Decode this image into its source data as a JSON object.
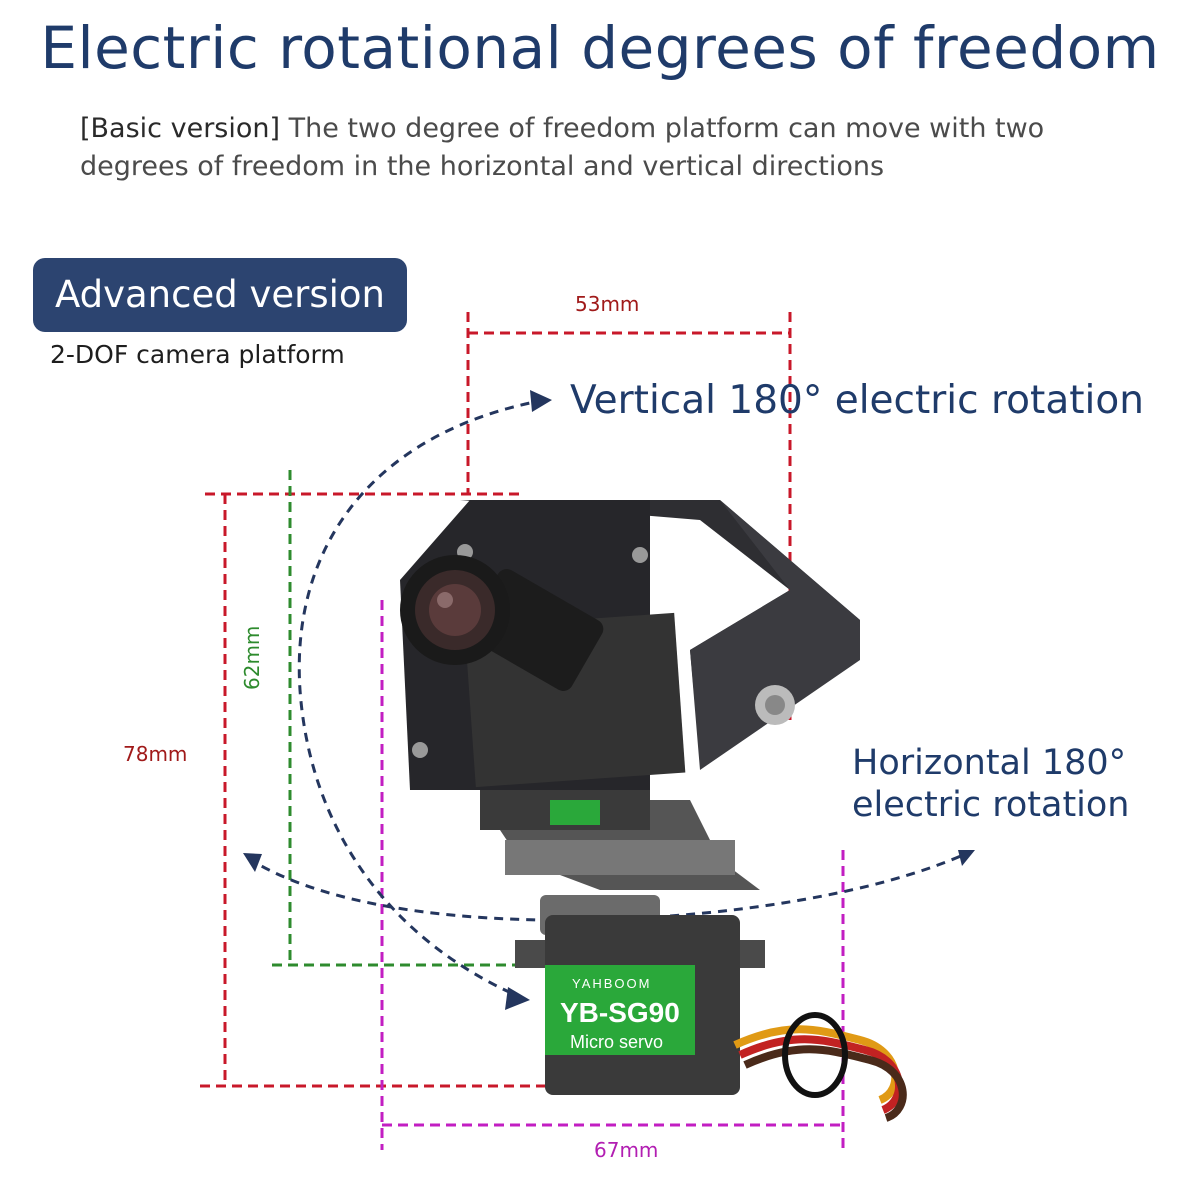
{
  "headline": "Electric rotational degrees of freedom",
  "intro": {
    "tag": "[Basic version]",
    "text": " The two degree of freedom platform can move with two degrees of freedom in the horizontal and vertical directions"
  },
  "badge": {
    "label": "Advanced version",
    "subtitle": "2-DOF camera platform"
  },
  "dimensions": {
    "top_width": "53mm",
    "left_height": "78mm",
    "inner_height": "62mm",
    "bottom_width": "67mm"
  },
  "callouts": {
    "vertical": "Vertical 180° electric rotation",
    "horizontal": "Horizontal 180° electric rotation"
  },
  "product": {
    "servo_brand": "YAHBOOM",
    "servo_model": "YB-SG90",
    "servo_type": "Micro servo"
  },
  "colors": {
    "title": "#1f3b6a",
    "badge": "#2c4470",
    "dim_red": "#c8182a",
    "dim_green": "#2e8b2e",
    "dim_magenta": "#c21ec2",
    "arrow": "#24365e",
    "servo_label": "#1fa12e"
  }
}
